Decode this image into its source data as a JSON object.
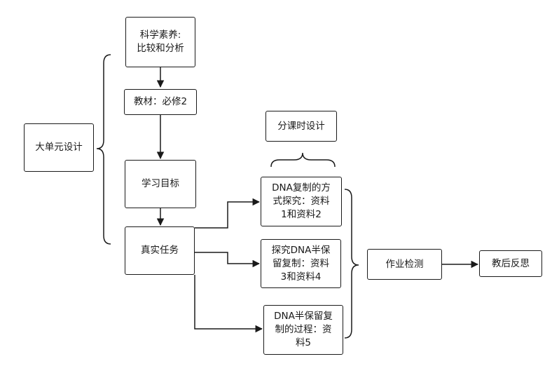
{
  "nodes": {
    "unit_design": "大单元设计",
    "literacy": "科学素养:\n比较和分析",
    "textbook": "教材：必修2",
    "goals": "学习目标",
    "tasks": "真实任务",
    "lesson_design": "分课时设计",
    "lesson1": "DNA复制的方\n式探究：资料\n1和资料2",
    "lesson2": "探究DNA半保\n留复制：资料\n3和资料4",
    "lesson3": "DNA半保留复\n制的过程：资\n料5",
    "homework": "作业检测",
    "reflection": "教后反思"
  },
  "colors": {
    "stroke": "#1a1a1a",
    "background": "#ffffff"
  }
}
